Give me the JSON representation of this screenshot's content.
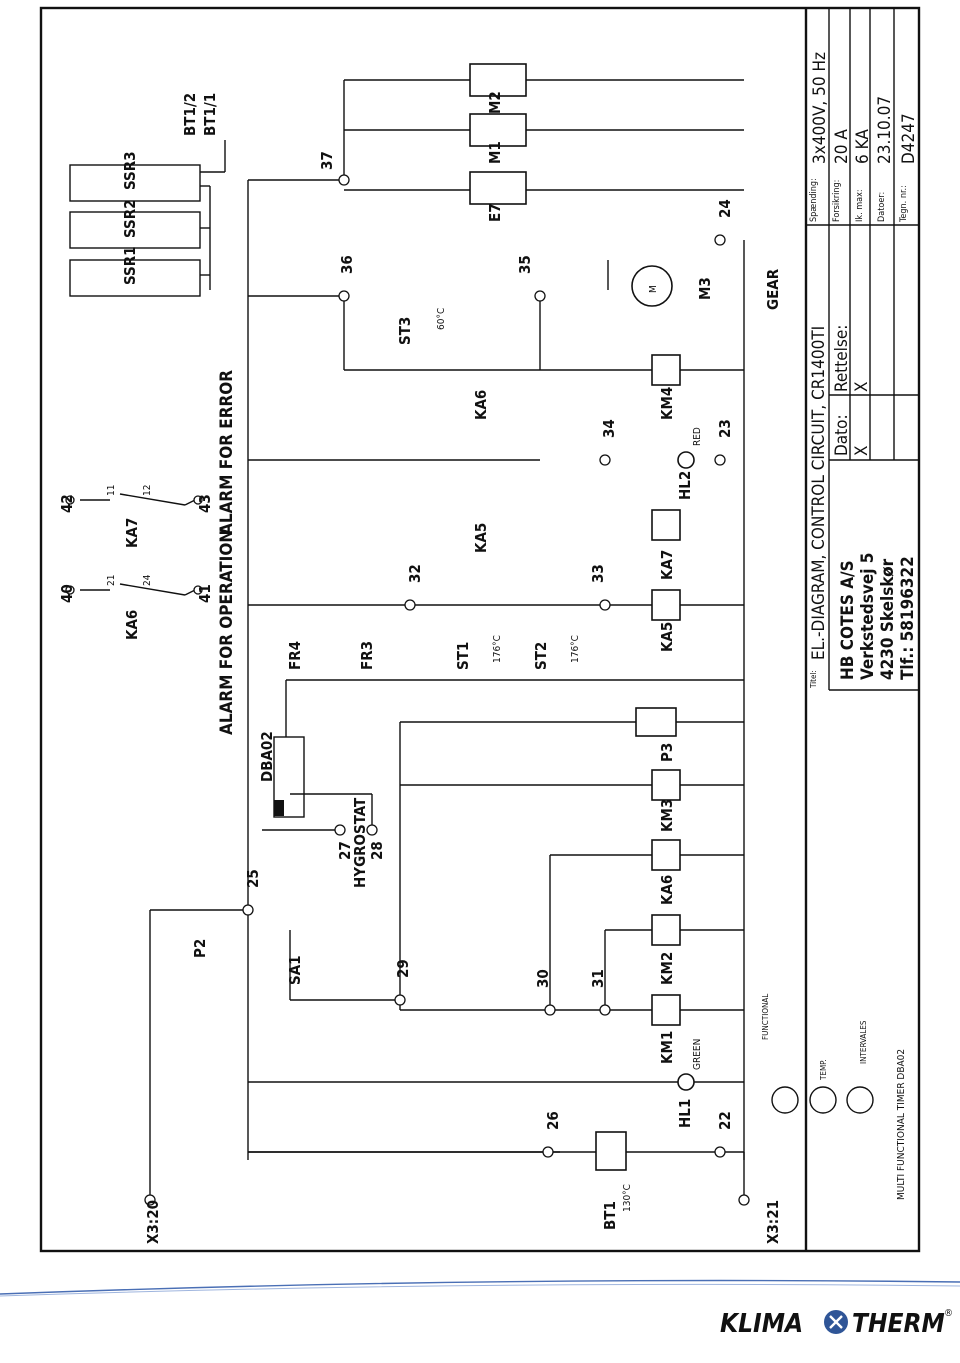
{
  "title_block": {
    "titel_label": "Titel:",
    "titel_value": "EL.-DIAGRAM, CONTROL CIRCUIT, CR1400TI",
    "spaending_label": "Spænding:",
    "spaending_value": "3x400V, 50 Hz",
    "forsikring_label": "Forsikring:",
    "forsikring_value": "20 A",
    "dato_label": "Dato:",
    "dato_value": "X",
    "rettelse_label": "Rettelse:",
    "rettelse_value": "X",
    "ik_max_label": "Ik. max:",
    "ik_max_value": "6 KA",
    "datoer_label": "Datoer:",
    "datoer_value": "23.10.07",
    "tegn_nr_label": "Tegn. nr.:",
    "tegn_nr_value": "D4247",
    "company_name": "HB COTES A/S",
    "street": "Verkstedsvej 5",
    "city": "4230 Skelskør",
    "phone": "Tlf.: 58196322"
  },
  "headings": {
    "alarm_operation": "ALARM FOR OPERATION",
    "alarm_error": "ALARM FOR ERROR",
    "timer_caption": "MULTI FUNCTIONAL TIMER DBA02",
    "gear": "GEAR"
  },
  "components": {
    "x320": "X3:20",
    "x321": "X3:21",
    "bt1": "BT1",
    "bt1_temp": "130°C",
    "p2": "P2",
    "sa1": "SA1",
    "hygrostat": "HYGROSTAT",
    "dba02": "DBA02",
    "fr4": "FR4",
    "fr3": "FR3",
    "st1": "ST1",
    "st2": "ST2",
    "st3": "ST3",
    "st_temp": "176°C",
    "st3_temp": "60°C",
    "ka5": "KA5",
    "ka6": "KA6",
    "ka7": "KA7",
    "km1": "KM1",
    "km2": "KM2",
    "km3": "KM3",
    "km4": "KM4",
    "hl1": "HL1",
    "hl2": "HL2",
    "green": "GREEN",
    "red": "RED",
    "p3": "P3",
    "m3": "M3",
    "e7": "E7",
    "m1": "M1",
    "m2": "M2",
    "ssr1": "SSR1",
    "ssr2": "SSR2",
    "ssr3": "SSR3",
    "bt12": "BT1/2",
    "bt11": "BT1/1",
    "functional": "FUNCTIONAL",
    "temp": "TEMP.",
    "intervales": "INTERVALES"
  },
  "terminals": [
    "22",
    "23",
    "24",
    "25",
    "26",
    "27",
    "28",
    "29",
    "30",
    "31",
    "32",
    "33",
    "34",
    "35",
    "36",
    "37",
    "40",
    "41",
    "42",
    "43"
  ],
  "logo": {
    "left": "KLIMA",
    "right": "THERM",
    "mark": "®"
  }
}
